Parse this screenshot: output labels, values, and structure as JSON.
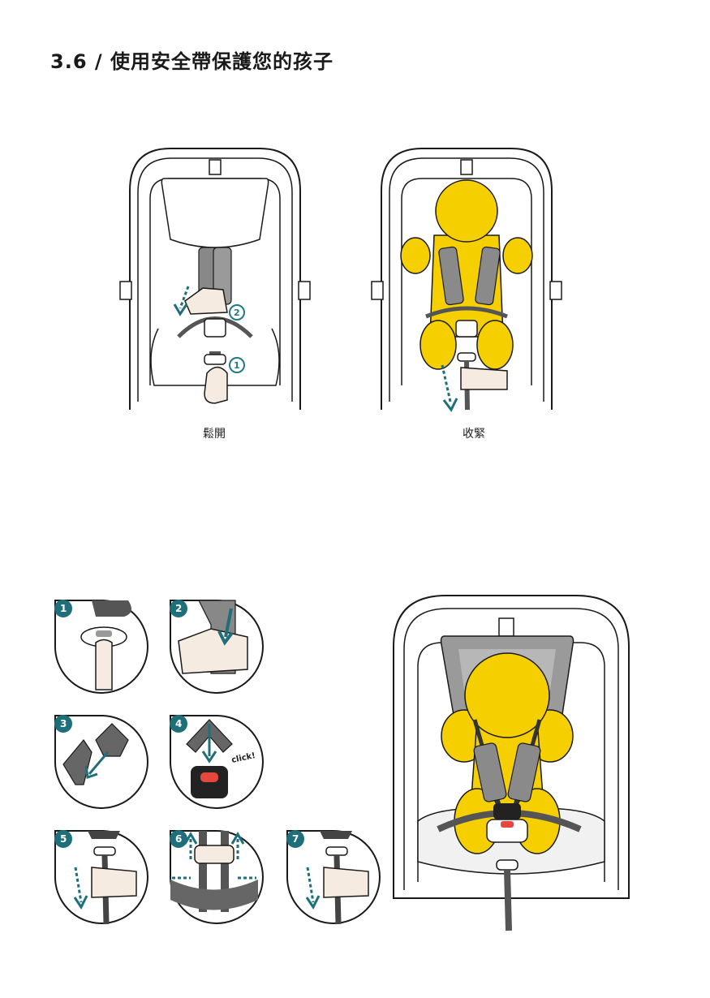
{
  "page": {
    "title": "3.6 / 使用安全帶保護您的孩子"
  },
  "top_figures": [
    {
      "caption": "鬆開",
      "markers": [
        "1",
        "2"
      ]
    },
    {
      "caption": "收緊"
    }
  ],
  "steps": [
    "1",
    "2",
    "3",
    "4",
    "5",
    "6",
    "7"
  ],
  "step4_sound": "click!",
  "colors": {
    "accent_teal": "#1f6f7b",
    "child_yellow": "#f5cf00",
    "strap_gray": "#8a8a8a",
    "buckle_red": "#e5473d",
    "skin": "#f6ebe0",
    "line": "#1a1a1a"
  }
}
